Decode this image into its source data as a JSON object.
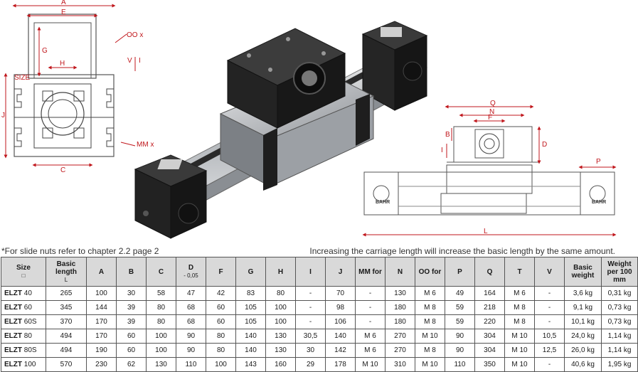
{
  "drawing_labels": {
    "left": {
      "a": "A",
      "e": "E",
      "g": "G",
      "h": "H",
      "oo": "OO x",
      "v": "V",
      "i": "I",
      "j": "J",
      "size": "SIZE",
      "mm": "MM x",
      "c": "C"
    },
    "right": {
      "q": "Q",
      "n": "N",
      "f": "F",
      "b": "B",
      "d": "D",
      "i": "I",
      "p": "P",
      "l": "L"
    }
  },
  "logo_text": "BAHR",
  "colors": {
    "dimension_red": "#c0171c",
    "header_gray": "#d9d9d9"
  },
  "notes": {
    "left": "*For slide nuts refer to chapter 2.2 page 2",
    "right": "Increasing the carriage length will increase the basic length by the same amount."
  },
  "table": {
    "headers": [
      {
        "label": "Size",
        "sub": "□"
      },
      {
        "label": "Basic length",
        "sub": "L"
      },
      {
        "label": "A"
      },
      {
        "label": "B"
      },
      {
        "label": "C"
      },
      {
        "label": "D",
        "sub": "- 0,05"
      },
      {
        "label": "F"
      },
      {
        "label": "G"
      },
      {
        "label": "H"
      },
      {
        "label": "I"
      },
      {
        "label": "J"
      },
      {
        "label": "MM for"
      },
      {
        "label": "N"
      },
      {
        "label": "OO for"
      },
      {
        "label": "P"
      },
      {
        "label": "Q"
      },
      {
        "label": "T"
      },
      {
        "label": "V"
      },
      {
        "label": "Basic weight"
      },
      {
        "label": "Weight per 100 mm"
      }
    ],
    "rows": [
      {
        "name": "ELZT",
        "size": "40",
        "cells": [
          "265",
          "100",
          "30",
          "58",
          "47",
          "42",
          "83",
          "80",
          "-",
          "70",
          "-",
          "130",
          "M 6",
          "49",
          "164",
          "M 6",
          "-",
          "3,6 kg",
          "0,31 kg"
        ]
      },
      {
        "name": "ELZT",
        "size": "60",
        "cells": [
          "345",
          "144",
          "39",
          "80",
          "68",
          "60",
          "105",
          "100",
          "-",
          "98",
          "-",
          "180",
          "M 8",
          "59",
          "218",
          "M 8",
          "-",
          "9,1 kg",
          "0,73 kg"
        ]
      },
      {
        "name": "ELZT",
        "size": "60S",
        "cells": [
          "370",
          "170",
          "39",
          "80",
          "68",
          "60",
          "105",
          "100",
          "-",
          "106",
          "-",
          "180",
          "M 8",
          "59",
          "220",
          "M 8",
          "-",
          "10,1 kg",
          "0,73 kg"
        ]
      },
      {
        "name": "ELZT",
        "size": "80",
        "cells": [
          "494",
          "170",
          "60",
          "100",
          "90",
          "80",
          "140",
          "130",
          "30,5",
          "140",
          "M 6",
          "270",
          "M 10",
          "90",
          "304",
          "M 10",
          "10,5",
          "24,0 kg",
          "1,14 kg"
        ]
      },
      {
        "name": "ELZT",
        "size": "80S",
        "cells": [
          "494",
          "190",
          "60",
          "100",
          "90",
          "80",
          "140",
          "130",
          "30",
          "142",
          "M 6",
          "270",
          "M 8",
          "90",
          "304",
          "M 10",
          "12,5",
          "26,0 kg",
          "1,14 kg"
        ]
      },
      {
        "name": "ELZT",
        "size": "100",
        "cells": [
          "570",
          "230",
          "62",
          "130",
          "110",
          "100",
          "143",
          "160",
          "29",
          "178",
          "M 10",
          "310",
          "M 10",
          "110",
          "350",
          "M 10",
          "-",
          "40,6 kg",
          "1,95 kg"
        ]
      }
    ]
  }
}
